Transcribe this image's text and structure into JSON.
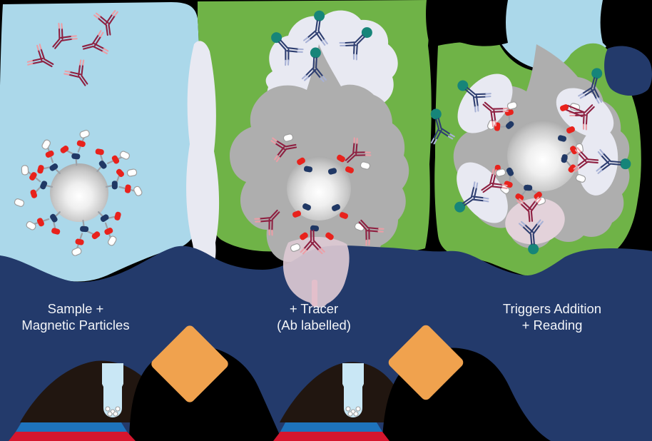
{
  "steps": [
    {
      "line1": "Sample +",
      "line2": "Magnetic Particles"
    },
    {
      "line1": "+ Tracer",
      "line2": "(Ab labelled)"
    },
    {
      "line1": "Triggers Addition",
      "line2": "+ Reading"
    }
  ],
  "colors": {
    "background_black": "#000000",
    "panel_blue": "#ABD8EA",
    "panel_green": "#6FB347",
    "halo_lavender": "#E8E9F2",
    "particle_gray": "#AEAEAE",
    "band_navy": "#233A6B",
    "label_text": "#F2F4F8",
    "diamond_orange": "#F0A24E",
    "magnet_blue": "#1E73BC",
    "magnet_red": "#D5162E",
    "tube_blue": "#C9E7F5",
    "antibody_dark_red": "#8E2041",
    "antibody_pink": "#EC9EA6",
    "tracer_navy": "#2E3E70",
    "tracer_light": "#A8B2D6",
    "antigen_teal": "#168579",
    "chain_red": "#E8221C",
    "chain_navy": "#203865",
    "mound_brown": "#211610",
    "haze_pink": "#DCC9D2"
  }
}
